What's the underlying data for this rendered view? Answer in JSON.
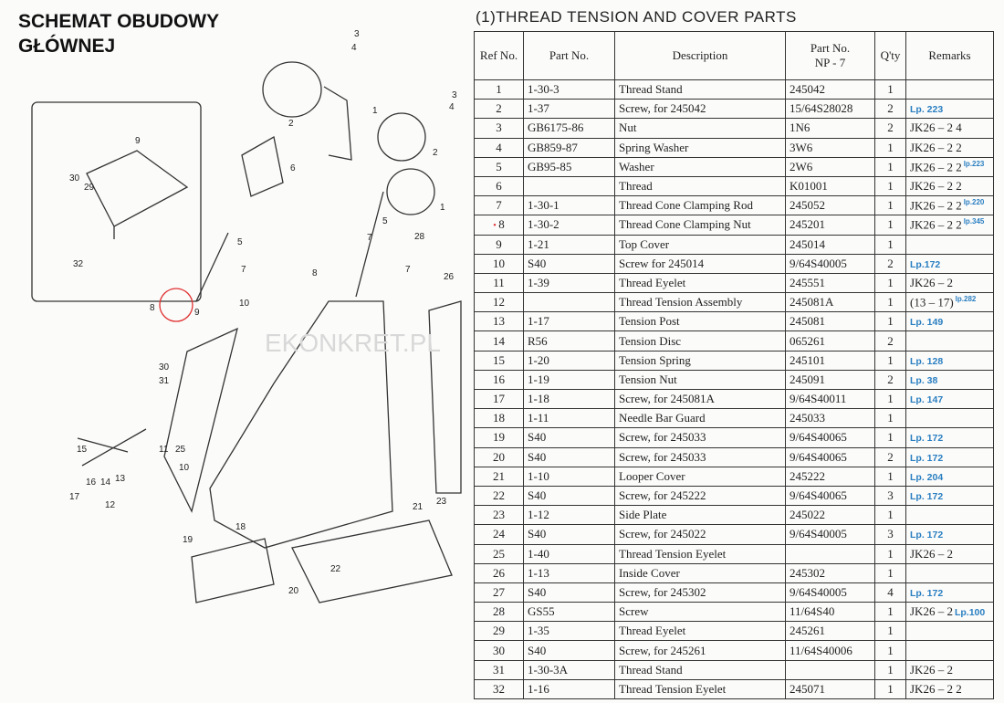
{
  "heading": [
    "SCHEMAT OBUDOWY",
    "GŁÓWNEJ"
  ],
  "watermark": "EKONKRET.PL",
  "table": {
    "title": "(1)THREAD  TENSION AND  COVER PARTS",
    "headers": [
      "Ref No.",
      "Part No.",
      "Description",
      "Part No.",
      "NP - 7",
      "Q'ty",
      "Remarks"
    ],
    "rows": [
      [
        "1",
        "1-30-3",
        "Thread Stand",
        "245042",
        "1",
        "",
        ""
      ],
      [
        "2",
        "1-37",
        "Screw, for 245042",
        "15/64S28028",
        "2",
        "",
        "Lp. 223"
      ],
      [
        "3",
        "GB6175-86",
        "Nut",
        "1N6",
        "2",
        "JK26 – 2   4",
        ""
      ],
      [
        "4",
        "GB859-87",
        "Spring Washer",
        "3W6",
        "1",
        "JK26 – 2   2",
        ""
      ],
      [
        "5",
        "GB95-85",
        "Washer",
        "2W6",
        "1",
        "JK26 – 2   2",
        "lp.223"
      ],
      [
        "6",
        "",
        "Thread",
        "K01001",
        "1",
        "JK26 – 2   2",
        ""
      ],
      [
        "7",
        "1-30-1",
        "Thread Cone Clamping Rod",
        "245052",
        "1",
        "JK26 – 2   2",
        "lp.220"
      ],
      [
        "8",
        "1-30-2",
        "Thread Cone Clamping Nut",
        "245201",
        "1",
        "JK26 – 2   2",
        "lp.345"
      ],
      [
        "9",
        "1-21",
        "Top Cover",
        "245014",
        "1",
        "",
        ""
      ],
      [
        "10",
        "S40",
        "Screw for 245014",
        "9/64S40005",
        "2",
        "",
        "Lp.172"
      ],
      [
        "11",
        "1-39",
        "Thread Eyelet",
        "245551",
        "1",
        "JK26 – 2",
        ""
      ],
      [
        "12",
        "",
        "Thread Tension Assembly",
        "245081A",
        "1",
        "(13 – 17)",
        "lp.282"
      ],
      [
        "13",
        "1-17",
        "Tension Post",
        "245081",
        "1",
        "",
        "Lp. 149"
      ],
      [
        "14",
        "R56",
        "Tension Disc",
        "065261",
        "2",
        "",
        ""
      ],
      [
        "15",
        "1-20",
        "Tension Spring",
        "245101",
        "1",
        "",
        "Lp. 128"
      ],
      [
        "16",
        "1-19",
        "Tension Nut",
        "245091",
        "2",
        "",
        "Lp. 38"
      ],
      [
        "17",
        "1-18",
        "Screw, for 245081A",
        "9/64S40011",
        "1",
        "",
        "Lp. 147"
      ],
      [
        "18",
        "1-11",
        "Needle Bar Guard",
        "245033",
        "1",
        "",
        ""
      ],
      [
        "19",
        "S40",
        "Screw, for 245033",
        "9/64S40065",
        "1",
        "",
        "Lp. 172"
      ],
      [
        "20",
        "S40",
        "Screw, for 245033",
        "9/64S40065",
        "2",
        "",
        "Lp. 172"
      ],
      [
        "21",
        "1-10",
        "Looper Cover",
        "245222",
        "1",
        "",
        "Lp. 204"
      ],
      [
        "22",
        "S40",
        "Screw, for 245222",
        "9/64S40065",
        "3",
        "",
        "Lp. 172"
      ],
      [
        "23",
        "1-12",
        "Side Plate",
        "245022",
        "1",
        "",
        ""
      ],
      [
        "24",
        "S40",
        "Screw, for 245022",
        "9/64S40005",
        "3",
        "",
        "Lp. 172"
      ],
      [
        "25",
        "1-40",
        "Thread Tension Eyelet",
        "",
        "1",
        "JK26 – 2",
        ""
      ],
      [
        "26",
        "1-13",
        "Inside Cover",
        "245302",
        "1",
        "",
        ""
      ],
      [
        "27",
        "S40",
        "Screw, for 245302",
        "9/64S40005",
        "4",
        "",
        "Lp. 172"
      ],
      [
        "28",
        "GS55",
        "Screw",
        "11/64S40",
        "1",
        "JK26 – 2",
        "Lp.100"
      ],
      [
        "29",
        "1-35",
        "Thread Eyelet",
        "245261",
        "1",
        "",
        ""
      ],
      [
        "30",
        "S40",
        "Screw, for 245261",
        "11/64S40006",
        "1",
        "",
        ""
      ],
      [
        "31",
        "1-30-3A",
        "Thread Stand",
        "",
        "1",
        "JK26 – 2",
        ""
      ],
      [
        "32",
        "1-16",
        "Thread Tension Eyelet",
        "245071",
        "1",
        "JK26 – 2   2",
        ""
      ]
    ],
    "marked_row": "8",
    "note_color": "#2a7fc1",
    "marker_color": "#e03030"
  },
  "diagram": {
    "callouts": [
      "3",
      "4",
      "2",
      "1",
      "3",
      "4",
      "6",
      "2",
      "1",
      "9",
      "30",
      "29",
      "32",
      "5",
      "7",
      "7",
      "5",
      "8",
      "10",
      "8",
      "9",
      "28",
      "7",
      "26",
      "30",
      "31",
      "15",
      "16",
      "14",
      "13",
      "17",
      "12",
      "11",
      "25",
      "10",
      "23",
      "18",
      "21",
      "19",
      "22",
      "20"
    ],
    "highlight_color": "#e03030"
  }
}
